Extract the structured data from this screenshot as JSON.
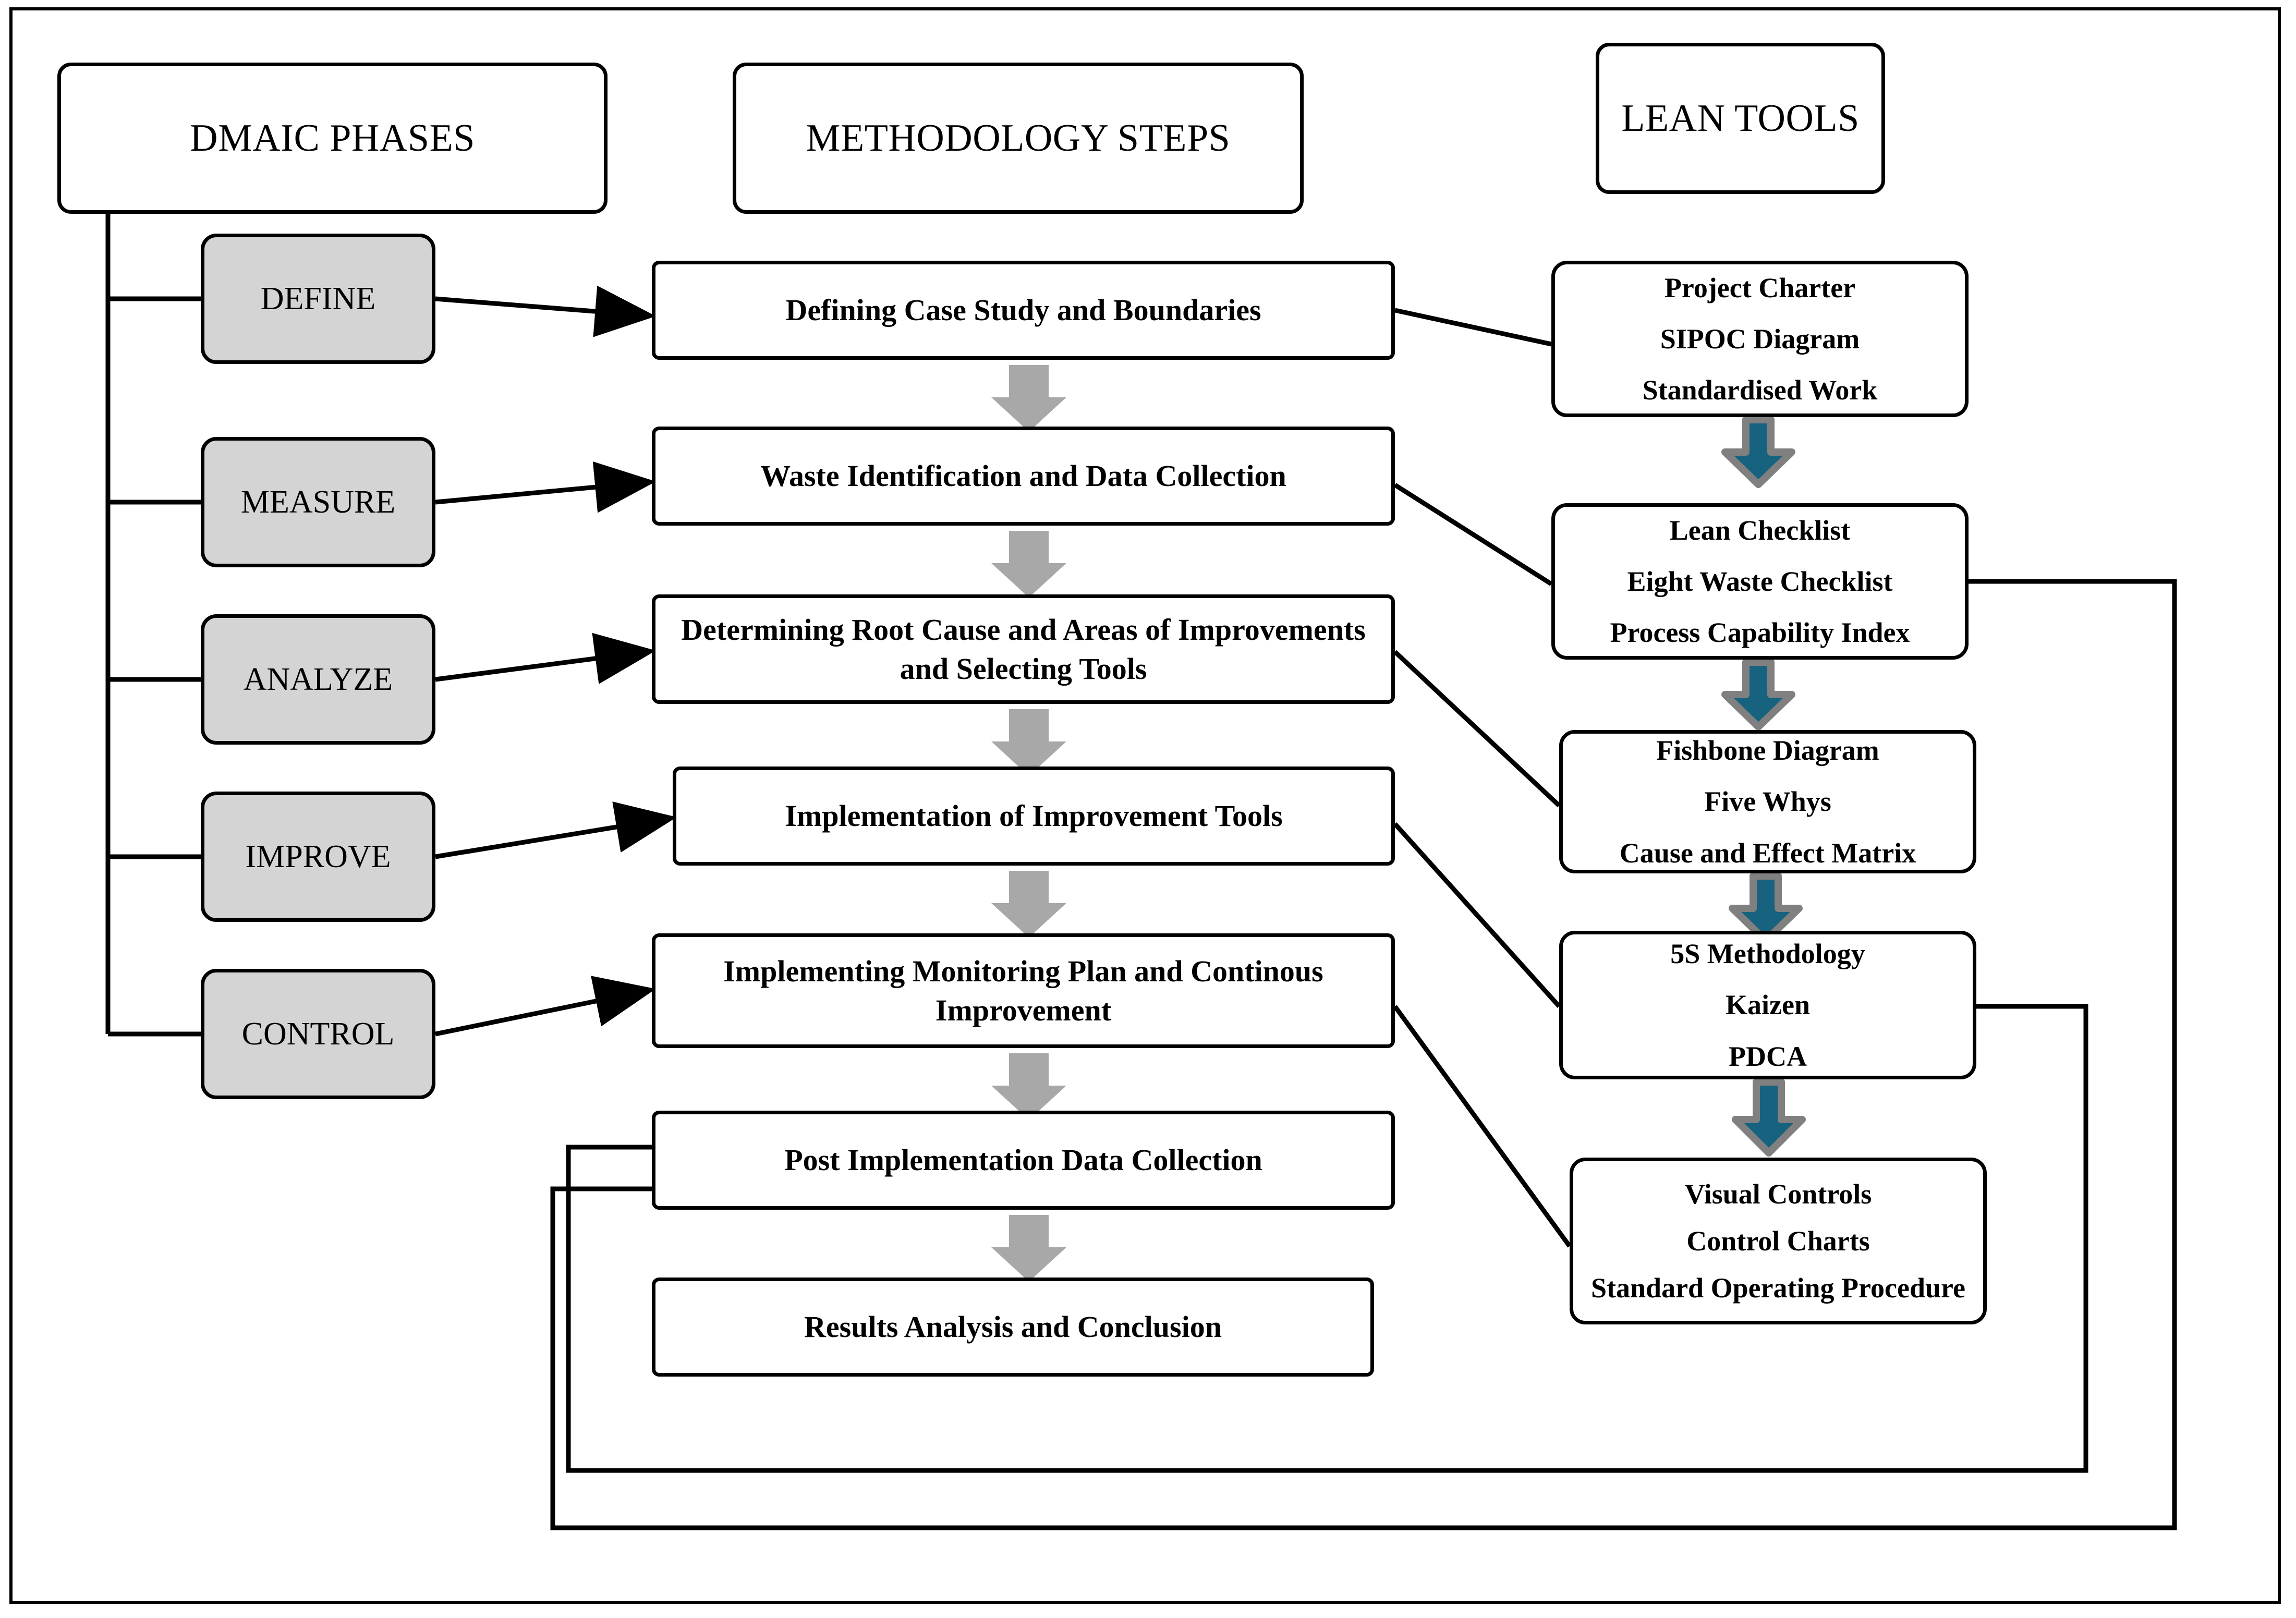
{
  "diagram": {
    "title": "DMAIC Lean Methodology Flowchart",
    "colors": {
      "phase_fill": "#d4d4d4",
      "box_stroke": "#000000",
      "grey_arrow": "#a8a8a8",
      "teal_arrow": "#17627f",
      "teal_arrow_shadow": "#808080",
      "background": "#ffffff"
    }
  },
  "headers": {
    "dmaic": "DMAIC PHASES",
    "methodology": "METHODOLOGY STEPS",
    "lean": "LEAN TOOLS"
  },
  "phases": [
    {
      "id": "define",
      "label": "DEFINE"
    },
    {
      "id": "measure",
      "label": "MEASURE"
    },
    {
      "id": "analyze",
      "label": "ANALYZE"
    },
    {
      "id": "improve",
      "label": "IMPROVE"
    },
    {
      "id": "control",
      "label": "CONTROL"
    }
  ],
  "steps": [
    {
      "id": "s1",
      "label": "Defining Case Study and Boundaries"
    },
    {
      "id": "s2",
      "label": "Waste Identification and Data Collection"
    },
    {
      "id": "s3",
      "label": "Determining  Root Cause and Areas of Improvements and Selecting Tools"
    },
    {
      "id": "s4",
      "label": "Implementation of Improvement Tools"
    },
    {
      "id": "s5",
      "label": "Implementing Monitoring Plan and Continous Improvement"
    },
    {
      "id": "s6",
      "label": "Post Implementation Data Collection"
    },
    {
      "id": "s7",
      "label": "Results Analysis  and  Conclusion"
    }
  ],
  "tools": [
    {
      "id": "t1",
      "items": [
        "Project Charter",
        "SIPOC Diagram",
        "Standardised Work"
      ]
    },
    {
      "id": "t2",
      "items": [
        "Lean Checklist",
        "Eight Waste Checklist",
        "Process Capability Index"
      ]
    },
    {
      "id": "t3",
      "items": [
        "Fishbone Diagram",
        "Five Whys",
        "Cause and Effect Matrix"
      ]
    },
    {
      "id": "t4",
      "items": [
        "5S Methodology",
        "Kaizen",
        "PDCA"
      ]
    },
    {
      "id": "t5",
      "items": [
        "Visual Controls",
        "Control Charts",
        "Standard Operating Procedure"
      ]
    }
  ],
  "connectors": {
    "phase_to_step": [
      "define-to-s1",
      "measure-to-s2",
      "analyze-to-s3",
      "improve-to-s4",
      "control-to-s5"
    ],
    "step_to_step_arrows": [
      "s1-to-s2",
      "s2-to-s3",
      "s3-to-s4",
      "s4-to-s5",
      "s5-to-s6",
      "s6-to-s7"
    ],
    "tool_to_tool_arrows": [
      "t1-to-t2",
      "t2-to-t3",
      "t3-to-t4",
      "t4-to-t5"
    ],
    "step_to_tool": [
      "s1-to-t1",
      "s2-to-t2",
      "s3-to-t3",
      "s4-to-t4",
      "s5-to-t5"
    ],
    "feedback_loops": [
      "t2-back-to-s6",
      "t4-back-to-s6"
    ]
  }
}
